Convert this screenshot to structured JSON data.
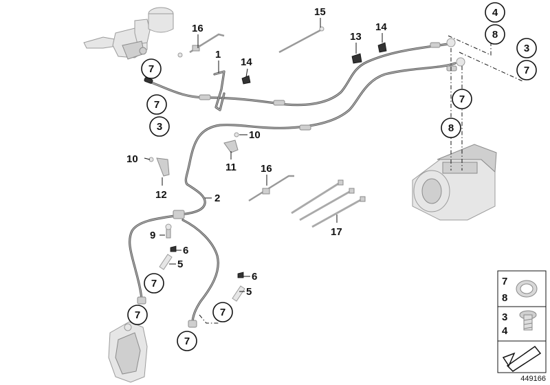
{
  "diagram": {
    "part_labels": {
      "p1": "1",
      "p2": "2",
      "p5a": "5",
      "p5b": "5",
      "p6a": "6",
      "p6b": "6",
      "p9": "9",
      "p10a": "10",
      "p10b": "10",
      "p11": "11",
      "p12": "12",
      "p13": "13",
      "p14a": "14",
      "p14b": "14",
      "p15": "15",
      "p16a": "16",
      "p16b": "16",
      "p17": "17"
    },
    "circled_labels": {
      "c7_a": "7",
      "c7_b": "7",
      "c3_a": "3",
      "c4_top": "4",
      "c8_top": "8",
      "c3_right": "3",
      "c7_right": "7",
      "c7_mid": "7",
      "c8_mid": "8",
      "c7_low1": "7",
      "c7_low2": "7",
      "c7_low3": "7",
      "c7_low4": "7"
    },
    "legend": {
      "seal_num_a": "7",
      "seal_num_b": "8",
      "bolt_num_a": "3",
      "bolt_num_b": "4"
    },
    "diagram_number": "449166"
  }
}
